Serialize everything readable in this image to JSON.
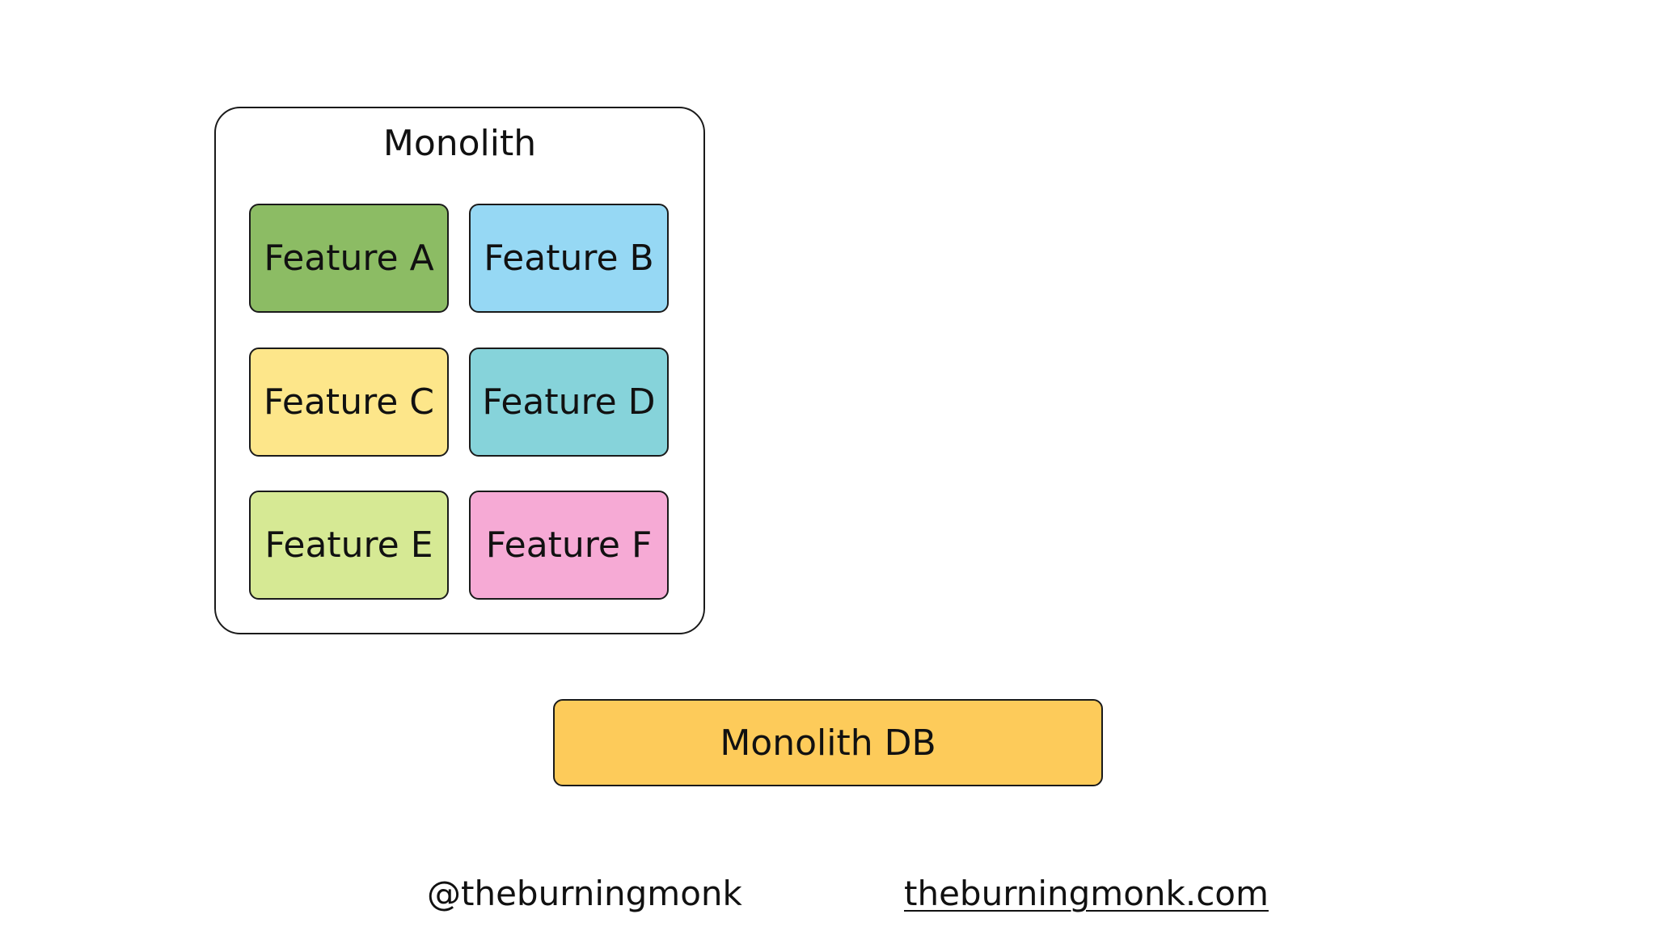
{
  "monolith": {
    "title": "Monolith",
    "features": [
      {
        "label": "Feature A",
        "color": "#8cbc64"
      },
      {
        "label": "Feature B",
        "color": "#96d8f4"
      },
      {
        "label": "Feature C",
        "color": "#fde68a"
      },
      {
        "label": "Feature D",
        "color": "#86d3da"
      },
      {
        "label": "Feature E",
        "color": "#d6e994"
      },
      {
        "label": "Feature F",
        "color": "#f6aad5"
      }
    ]
  },
  "database": {
    "label": "Monolith DB",
    "color": "#fdcb5a"
  },
  "footer": {
    "handle": "@theburningmonk",
    "site": "theburningmonk.com"
  }
}
